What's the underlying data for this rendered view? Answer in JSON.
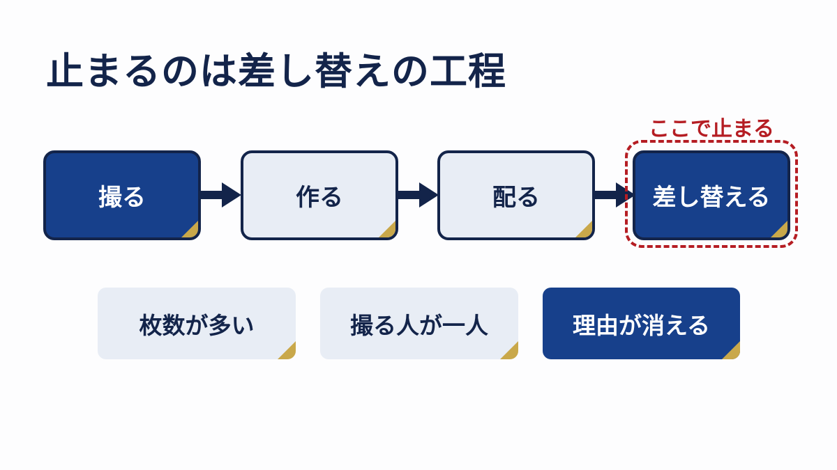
{
  "title": "止まるのは差し替えの工程",
  "callout": "ここで止まる",
  "steps": [
    {
      "label": "撮る"
    },
    {
      "label": "作る"
    },
    {
      "label": "配る"
    },
    {
      "label": "差し替える"
    }
  ],
  "reasons": [
    {
      "label": "枚数が多い"
    },
    {
      "label": "撮る人が一人"
    },
    {
      "label": "理由が消える"
    }
  ],
  "colors": {
    "navy": "#13244a",
    "primary_blue": "#17408b",
    "light_fill": "#e8edf5",
    "accent_gold": "#c9a84a",
    "alert_red": "#b51d23"
  }
}
